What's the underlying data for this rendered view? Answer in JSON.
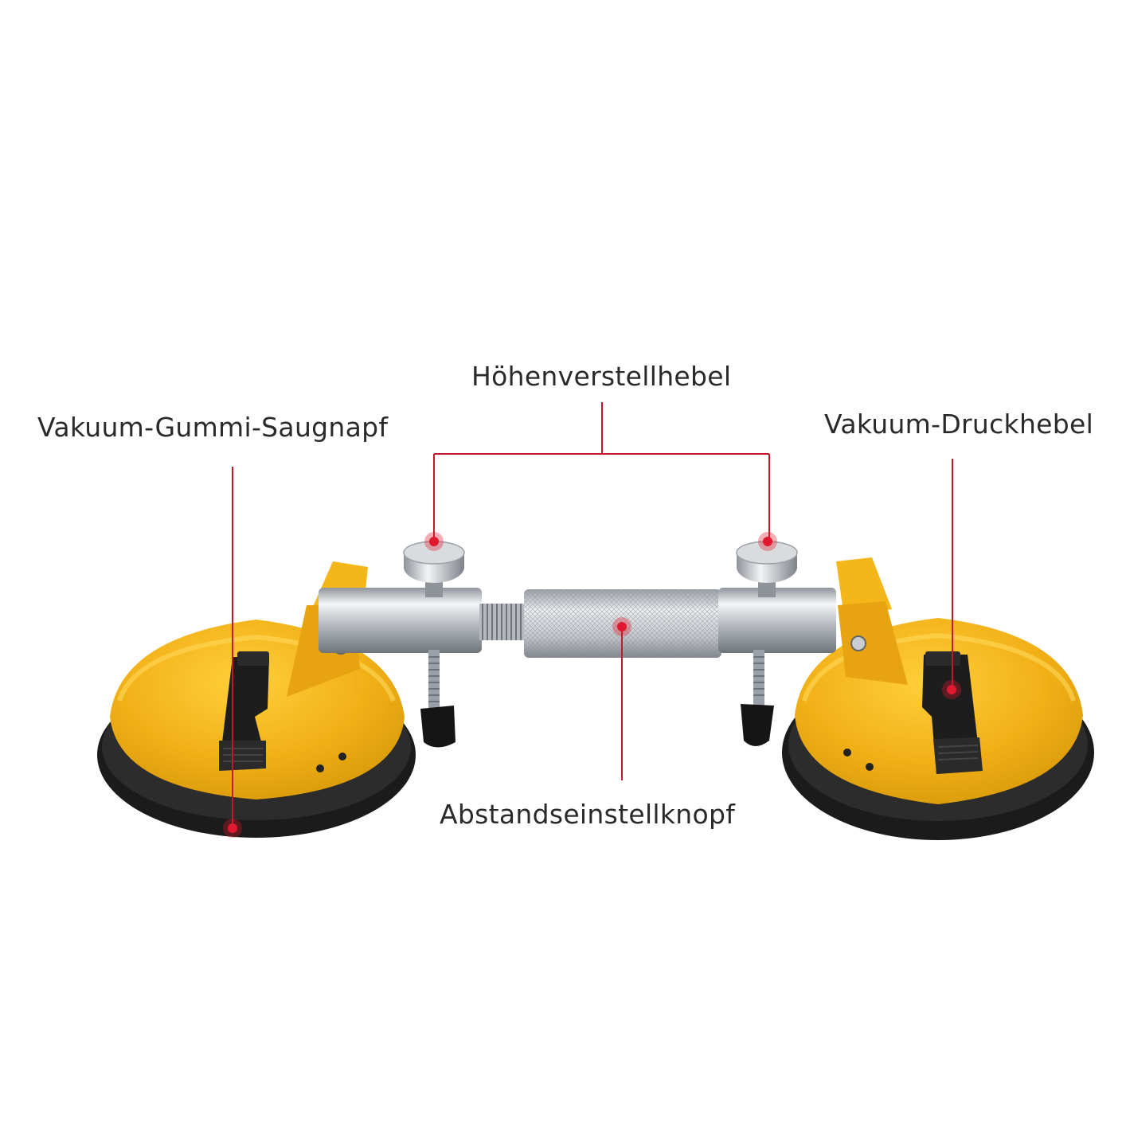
{
  "labels": {
    "suction_cup": "Vakuum-Gummi-Saugnapf",
    "height_lever": "Höhenverstellhebel",
    "pressure_lever": "Vakuum-Druckhebel",
    "distance_knob": "Abstandseinstellknopf"
  },
  "colors": {
    "background": "#ffffff",
    "callout_line": "#c2182b",
    "marker_dot": "#e0192e",
    "cup_yellow": "#f2b418",
    "rubber_black": "#1c1c1c",
    "steel": "#c9ccd1"
  },
  "icons": {
    "product": "double-suction-cup-seam-setter"
  }
}
